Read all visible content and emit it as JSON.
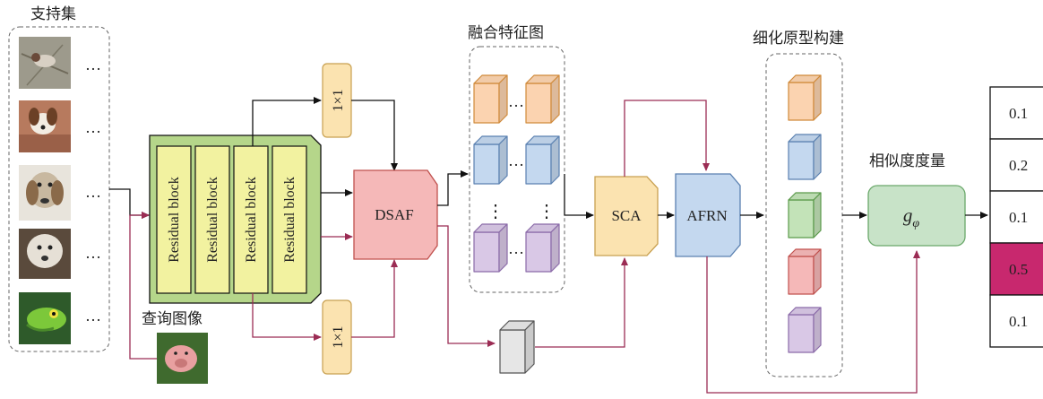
{
  "labels": {
    "support_set": "支持集",
    "query_image": "查询图像",
    "fused_feature_maps": "融合特征图",
    "refined_prototypes": "细化原型构建",
    "similarity_metric": "相似度度量"
  },
  "blocks": {
    "residual_block": "Residual block",
    "conv_1x1": "1×1",
    "dsaf": "DSAF",
    "sca": "SCA",
    "afrn": "AFRN",
    "metric_fn": "g",
    "metric_sub": "φ"
  },
  "ellipsis": "…",
  "vdots": "⋮",
  "scores": [
    "0.1",
    "0.2",
    "0.1",
    "0.5",
    "0.1"
  ],
  "highlighted_score_index": 3,
  "colors": {
    "backbone": "#b5d68a",
    "residual": "#f2f2a0",
    "dsaf": "#f5b8b8",
    "sca": "#fbe3b0",
    "afrn": "#c4d8ef",
    "metric": "#c8e3c8",
    "conv": "#fbe3b0",
    "highlight": "#c8286e",
    "query_arrow": "#9b2c54",
    "cube_orange": "#fbd3b0",
    "cube_blue": "#c4d8ef",
    "cube_purple": "#d9c8e6",
    "cube_green": "#c3e3b8",
    "cube_red": "#f5b8b8",
    "cube_gray": "#e6e6e6"
  },
  "support_images": [
    "bird",
    "beagle",
    "hound",
    "terrier",
    "lizard"
  ],
  "query_image_subject": "pig"
}
